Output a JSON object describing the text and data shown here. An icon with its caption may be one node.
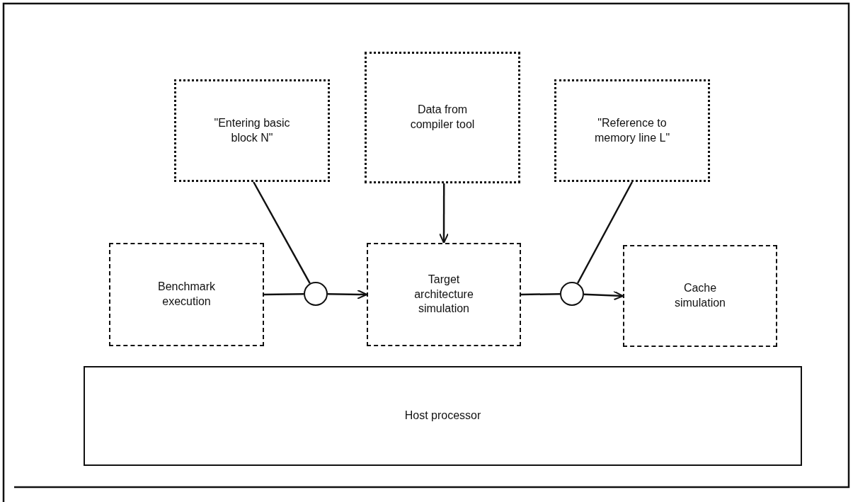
{
  "diagram": {
    "nodes": [
      {
        "text": [
          "\"Entering basic block N\""
        ]
      },
      {
        "text": [
          "Data from compiler tool"
        ]
      },
      {
        "text": [
          "\"Reference to memory line L\""
        ]
      },
      {
        "text": [
          "Benchmark execution"
        ]
      },
      {
        "text": [
          "Target architecture simulation"
        ]
      },
      {
        "text": [
          "Cache simulation"
        ]
      },
      {
        "text": [
          "Host processor"
        ]
      },
      {
        "text": [],
        "shape": "circle"
      },
      {
        "text": [],
        "shape": "circle"
      }
    ],
    "edges": [
      {
        "from": 3,
        "to": 7,
        "arrow": "none"
      },
      {
        "from": 7,
        "to": 4,
        "arrow": "to"
      },
      {
        "from": 0,
        "to": 7,
        "arrow": "none"
      },
      {
        "from": 1,
        "to": 4,
        "arrow": "to"
      },
      {
        "from": 4,
        "to": 8,
        "arrow": "none"
      },
      {
        "from": 8,
        "to": 5,
        "arrow": "to"
      },
      {
        "from": 2,
        "to": 8,
        "arrow": "none"
      }
    ]
  }
}
